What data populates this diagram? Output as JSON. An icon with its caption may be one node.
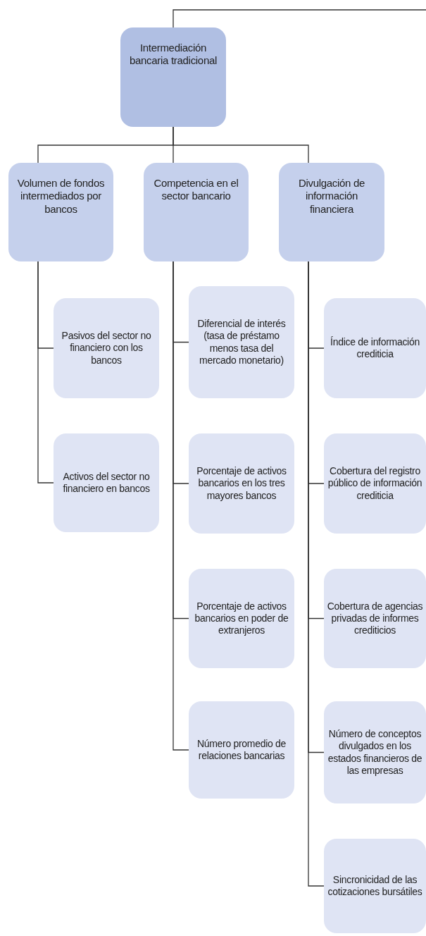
{
  "diagram": {
    "nodes": [
      {
        "text": [
          "Intermediación bancaria tradicional"
        ]
      },
      {
        "text": [
          "Volumen de fondos intermediados por bancos"
        ]
      },
      {
        "text": [
          "Competencia en el sector bancario"
        ]
      },
      {
        "text": [
          "Divulgación de información financiera"
        ]
      },
      {
        "text": [
          "Pasivos del sector no financiero con los bancos"
        ]
      },
      {
        "text": [
          "Activos del sector no financiero en bancos"
        ]
      },
      {
        "text": [
          "Diferencial de interés (tasa de préstamo menos tasa del mercado monetario)"
        ]
      },
      {
        "text": [
          "Porcentaje de activos bancarios en los tres mayores bancos"
        ]
      },
      {
        "text": [
          "Porcentaje de activos bancarios en poder de extranjeros"
        ]
      },
      {
        "text": [
          "Número promedio de relaciones bancarias"
        ]
      },
      {
        "text": [
          "Índice de información crediticia"
        ]
      },
      {
        "text": [
          "Cobertura del registro público de información crediticia"
        ]
      },
      {
        "text": [
          "Cobertura de agencias privadas de informes crediticios"
        ]
      },
      {
        "text": [
          "Número de conceptos divulgados en los estados financieros de las empresas"
        ]
      },
      {
        "text": [
          "Sincronicidad de las cotizaciones bursátiles"
        ]
      }
    ],
    "edges": [
      {
        "from": 0,
        "to": null,
        "arrow": "none"
      },
      {
        "from": 0,
        "to": 1,
        "arrow": "none"
      },
      {
        "from": 0,
        "to": 2,
        "arrow": "none"
      },
      {
        "from": 0,
        "to": 3,
        "arrow": "none"
      },
      {
        "from": 1,
        "to": 4,
        "arrow": "none"
      },
      {
        "from": 1,
        "to": 5,
        "arrow": "none"
      },
      {
        "from": 2,
        "to": 6,
        "arrow": "none"
      },
      {
        "from": 2,
        "to": 7,
        "arrow": "none"
      },
      {
        "from": 2,
        "to": 8,
        "arrow": "none"
      },
      {
        "from": 2,
        "to": 9,
        "arrow": "none"
      },
      {
        "from": 3,
        "to": 10,
        "arrow": "none"
      },
      {
        "from": 3,
        "to": 11,
        "arrow": "none"
      },
      {
        "from": 3,
        "to": 12,
        "arrow": "none"
      },
      {
        "from": 3,
        "to": 13,
        "arrow": "none"
      },
      {
        "from": 3,
        "to": 14,
        "arrow": "none"
      }
    ]
  }
}
